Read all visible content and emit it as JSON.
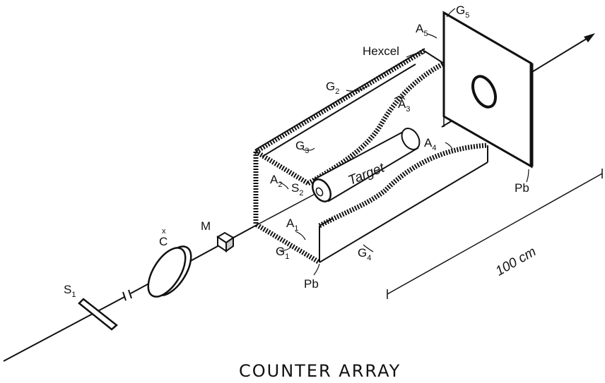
{
  "caption": "COUNTER ARRAY",
  "labels": {
    "hexcel": "Hexcel",
    "target": "Target",
    "pb_front": "Pb",
    "pb_back": "Pb",
    "scale": "100 cm",
    "c": "C",
    "c_mark": "x",
    "m": "M",
    "s1": {
      "main": "S",
      "sub": "1"
    },
    "s2": {
      "main": "S",
      "sub": "2"
    },
    "a1": {
      "main": "A",
      "sub": "1"
    },
    "a2": {
      "main": "A",
      "sub": "2"
    },
    "a3": {
      "main": "A",
      "sub": "3"
    },
    "a4": {
      "main": "A",
      "sub": "4"
    },
    "a5": {
      "main": "A",
      "sub": "5"
    },
    "g1": {
      "main": "G",
      "sub": "1"
    },
    "g2": {
      "main": "G",
      "sub": "2"
    },
    "g3": {
      "main": "G",
      "sub": "3"
    },
    "g4": {
      "main": "G",
      "sub": "4"
    },
    "g5": {
      "main": "G",
      "sub": "5"
    }
  }
}
